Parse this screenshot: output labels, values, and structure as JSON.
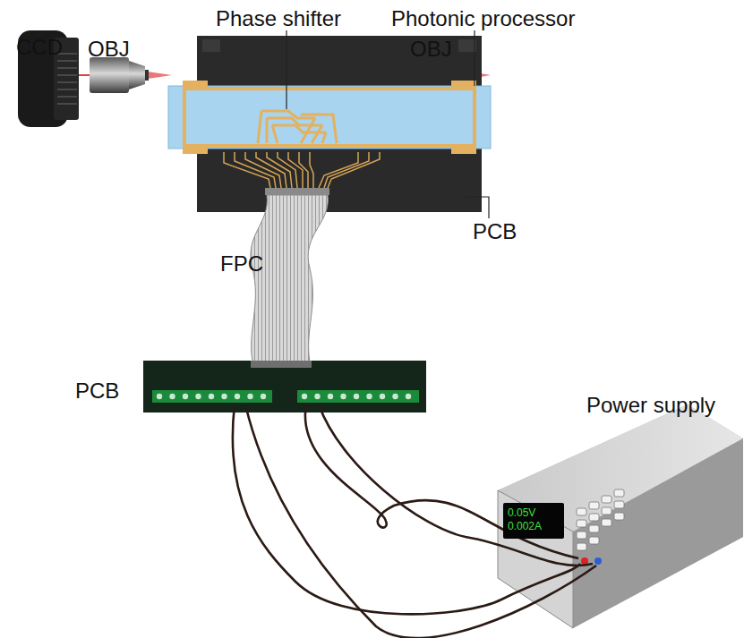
{
  "diagram": {
    "nodes": [
      {
        "text": [
          "0.05V",
          "0.002A"
        ]
      }
    ],
    "labels": [
      "CCD",
      "OBJ",
      "Phase shifter",
      "Photonic processor",
      "OBJ",
      "PCB",
      "FPC",
      "PCB",
      "Power supply"
    ]
  }
}
